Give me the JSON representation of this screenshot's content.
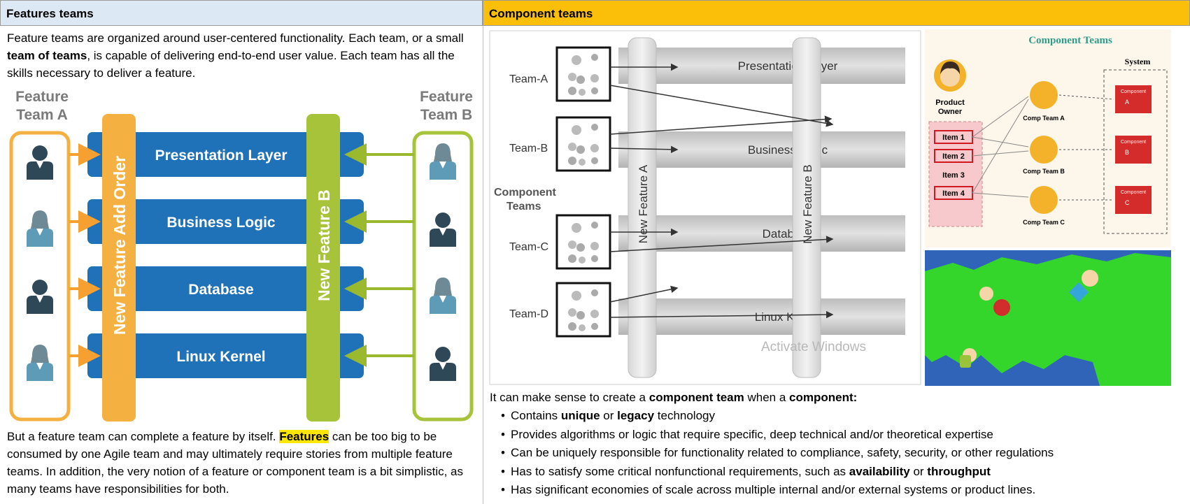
{
  "left": {
    "header": "Features teams",
    "intro": {
      "p1": "Feature teams are organized around user-centered functionality. Each team, or a small ",
      "bold1": "team of teams",
      "p2": ", is capable of delivering end-to-end user value. Each team has all the skills necessary to deliver a feature."
    },
    "diagram": {
      "team_a": [
        "Feature",
        "Team A"
      ],
      "team_b": [
        "Feature",
        "Team B"
      ],
      "layers": [
        "Presentation Layer",
        "Business Logic",
        "Database",
        "Linux Kernel"
      ],
      "feature_a": "New Feature Add Order",
      "feature_b": "New Feature B",
      "colors": {
        "layer": "#1f72b8",
        "feature_a": "#f5b042",
        "feature_b": "#a7c33a",
        "person_dark": "#2f4858",
        "person_light": "#5d9bb7"
      }
    },
    "outro": {
      "p1": "But a feature team can complete a feature by itself. ",
      "highlight": "Features",
      "p2": " can be too big to be consumed by one Agile team and may ultimately require stories from multiple feature teams. In addition, the very notion of a feature or component team is a bit simplistic, as many teams have responsibilities for both."
    }
  },
  "right": {
    "header": "Component teams",
    "diagram": {
      "teams": [
        "Team-A",
        "Team-B",
        "Team-C",
        "Team-D"
      ],
      "group_label": [
        "Component",
        "Teams"
      ],
      "layers": [
        "Presentation Layer",
        "Business Logic",
        "Database",
        "Linux Kernel"
      ],
      "feature_a": "New Feature A",
      "feature_b": "New Feature B",
      "watermark": "Activate Windows"
    },
    "ct_diagram": {
      "title": "Component Teams",
      "owner": [
        "Product",
        "Owner"
      ],
      "system": "System",
      "items": [
        "Item 1",
        "Item 2",
        "Item 3",
        "Item 4"
      ],
      "comp_teams": [
        "Comp Team A",
        "Comp Team B",
        "Comp Team C"
      ],
      "components": [
        "A",
        "B",
        "C"
      ],
      "component_label": "Component"
    },
    "intro": {
      "p1": "It can make sense to create a ",
      "b1": "component team",
      "p2": " when a ",
      "b2": "component:"
    },
    "bullets": [
      {
        "p1": "Contains ",
        "b1": "unique",
        "p2": " or ",
        "b2": "legacy",
        "p3": " technology"
      },
      {
        "p1": "Provides algorithms or logic that require specific, deep technical and/or theoretical expertise"
      },
      {
        "p1": "Can be uniquely responsible for functionality related to compliance, safety, security, or other regulations"
      },
      {
        "p1": "Has to satisfy some critical nonfunctional requirements, such as ",
        "b1": "availability",
        "p2": " or ",
        "b2": "throughput"
      },
      {
        "p1": "Has significant economies of scale across multiple internal and/or external systems or product lines."
      }
    ]
  }
}
